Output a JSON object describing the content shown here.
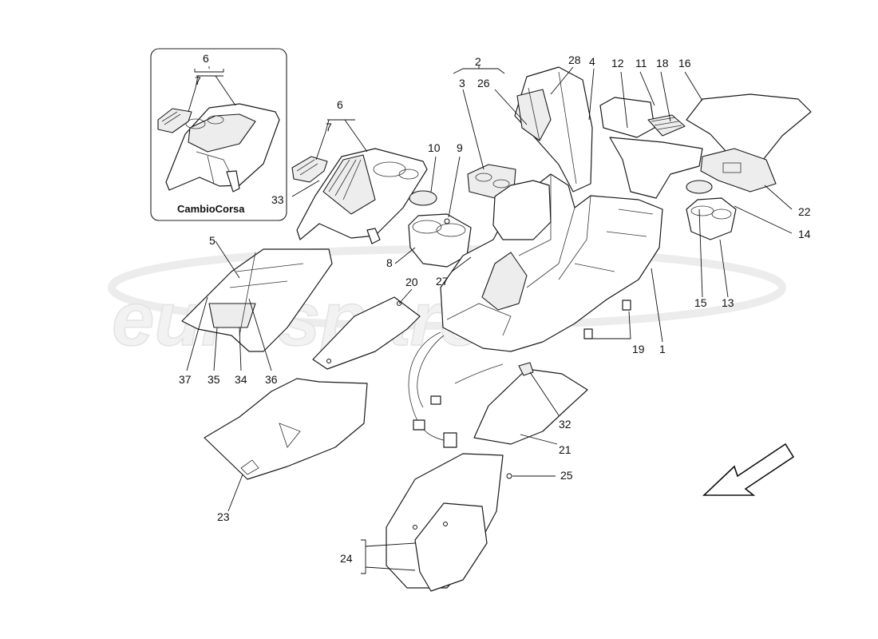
{
  "watermark": {
    "text": "eurospares"
  },
  "inset": {
    "label": "CambioCorsa"
  },
  "callouts": {
    "c1": "1",
    "c2": "2",
    "c3": "3",
    "c4": "4",
    "c5": "5",
    "c6": "6",
    "c6_inset": "6",
    "c7": "7",
    "c7_inset": "7",
    "c8": "8",
    "c9": "9",
    "c10": "10",
    "c11": "11",
    "c12": "12",
    "c13": "13",
    "c14": "14",
    "c15": "15",
    "c16": "16",
    "c18": "18",
    "c19": "19",
    "c20": "20",
    "c21": "21",
    "c22": "22",
    "c23": "23",
    "c24": "24",
    "c25": "25",
    "c26": "26",
    "c27": "27",
    "c28": "28",
    "c32": "32",
    "c33": "33",
    "c34": "34",
    "c35": "35",
    "c36": "36",
    "c37": "37"
  },
  "direction_arrow": {
    "icon": "direction-arrow-icon"
  }
}
